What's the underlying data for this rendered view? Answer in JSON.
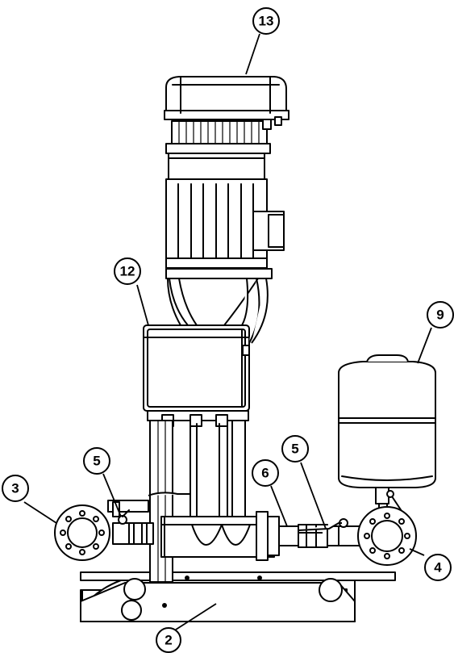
{
  "callouts": [
    {
      "id": "c13",
      "label": "13"
    },
    {
      "id": "c12",
      "label": "12"
    },
    {
      "id": "c9",
      "label": "9"
    },
    {
      "id": "c5a",
      "label": "5"
    },
    {
      "id": "c5b",
      "label": "5"
    },
    {
      "id": "c6",
      "label": "6"
    },
    {
      "id": "c3",
      "label": "3"
    },
    {
      "id": "c4",
      "label": "4"
    },
    {
      "id": "c2",
      "label": "2"
    }
  ]
}
